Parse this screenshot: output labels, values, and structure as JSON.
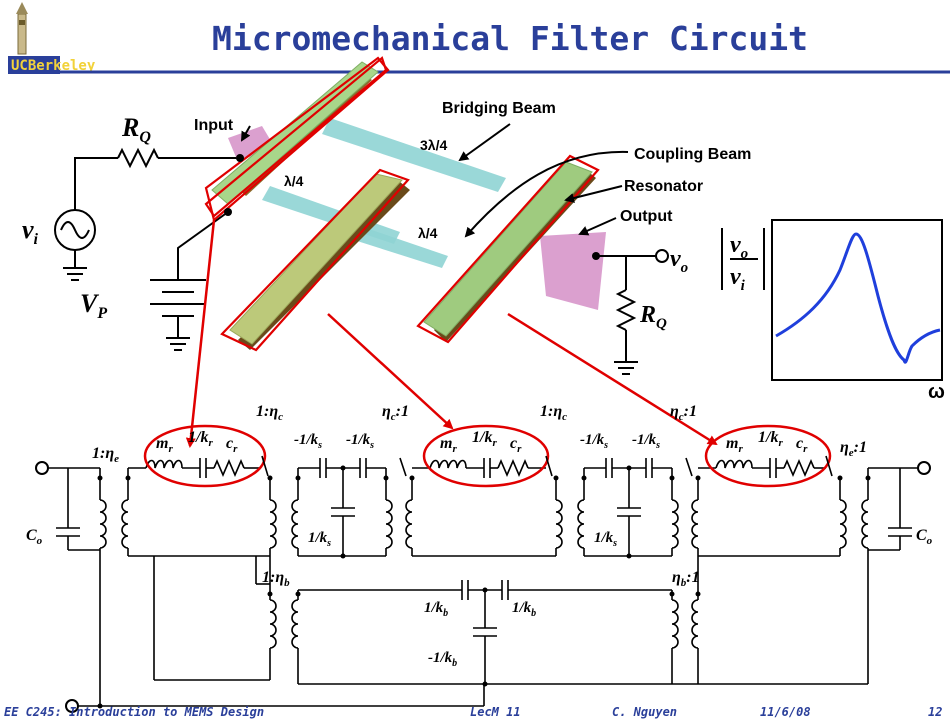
{
  "header": {
    "title": "Micromechanical Filter Circuit",
    "logo": "UCBerkeley"
  },
  "device_labels": {
    "input": "Input",
    "output": "Output",
    "bridging_beam": "Bridging Beam",
    "coupling_beam": "Coupling Beam",
    "resonator": "Resonator",
    "three_lambda_4": "3λ/4",
    "lambda_4_top": "λ/4",
    "lambda_4_mid": "λ/4",
    "r_q_left": "R",
    "r_q_left_sub": "Q",
    "r_q_right": "R",
    "r_q_right_sub": "Q",
    "v_i": "v",
    "v_i_sub": "i",
    "v_p": "V",
    "v_p_sub": "P",
    "v_o": "v",
    "v_o_sub": "o"
  },
  "response_plot": {
    "ratio_num": "v",
    "ratio_num_sub": "o",
    "ratio_den": "v",
    "ratio_den_sub": "i",
    "omega": "ω"
  },
  "circuit_labels": {
    "one_eta_e": "1:η",
    "one_eta_e_sub": "e",
    "m_r": "m",
    "m_r_sub": "r",
    "one_k_r": "1/k",
    "one_k_r_sub": "r",
    "c_r": "c",
    "c_r_sub": "r",
    "one_eta_c": "1:η",
    "one_eta_c_sub": "c",
    "eta_c_one": "η",
    "eta_c_one_suffix": ":1",
    "neg_one_k_s": "-1/k",
    "neg_one_k_s_sub": "s",
    "one_k_s": "1/k",
    "one_k_s_sub": "s",
    "eta_e_one": "η",
    "eta_e_one_suffix": ":1",
    "c_o": "C",
    "c_o_sub": "o",
    "one_eta_b": "1:η",
    "one_eta_b_sub": "b",
    "eta_b_one": "η",
    "eta_b_one_suffix": ":1",
    "one_k_b": "1/k",
    "one_k_b_sub": "b",
    "neg_one_k_b": "-1/k",
    "neg_one_k_b_sub": "b"
  },
  "footer": {
    "course": "EE C245: Introduction to MEMS Design",
    "lecture": "LecM 11",
    "author": "C. Nguyen",
    "date": "11/6/08",
    "page": "12"
  },
  "colors": {
    "title": "#2a3f9a",
    "arrow": "#e00000",
    "resonator": "#9fcb7f",
    "beam": "#8fd4d4",
    "electrode": "#d58fc7",
    "curve": "#1f3fdc"
  }
}
